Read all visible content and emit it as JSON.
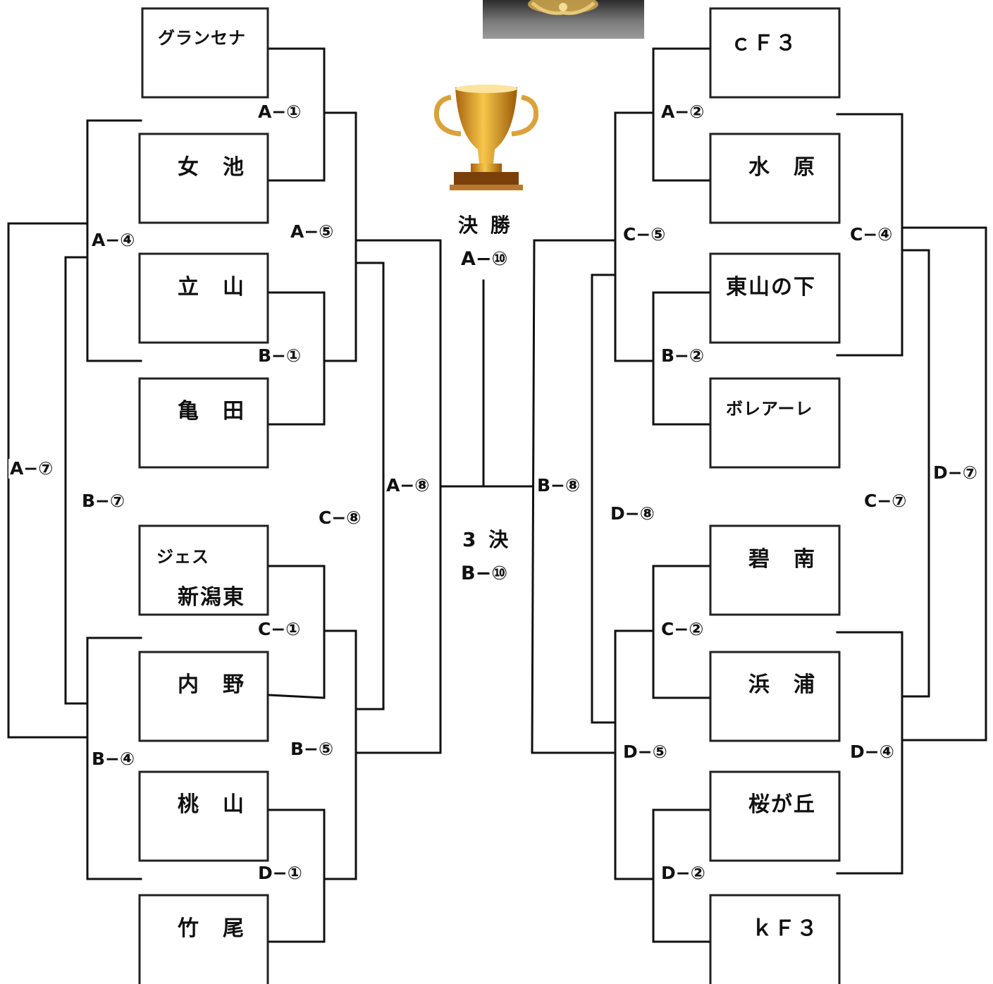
{
  "colors": {
    "line": "#111111",
    "gold": "#d4a02a",
    "background": "#ffffff"
  },
  "icons": {
    "trophy": "trophy-icon",
    "decoration": "gold-crown-ornament-icon"
  },
  "center": {
    "final_title": "決 勝",
    "final_match": "A−⑩",
    "third_title": "3 決",
    "third_match": "B−⑩"
  },
  "left": {
    "teams": [
      "グランセナ",
      "女　池",
      "立　山",
      "亀　田",
      "ジェス",
      "新潟東",
      "内　野",
      "桃　山",
      "竹　尾"
    ],
    "matches": {
      "a1": "A−①",
      "b1": "B−①",
      "c1": "C−①",
      "d1": "D−①",
      "a4": "A−④",
      "b4": "B−④",
      "a5": "A−⑤",
      "b5": "B−⑤",
      "a7": "A−⑦",
      "b7": "B−⑦",
      "c8": "C−⑧",
      "a8": "A−⑧"
    }
  },
  "right": {
    "teams": [
      "ｃＦ３",
      "水　原",
      "東山の下",
      "ボレアーレ",
      "碧　南",
      "浜　浦",
      "桜が丘",
      "ｋＦ３"
    ],
    "matches": {
      "a2": "A−②",
      "b2": "B−②",
      "c2": "C−②",
      "d2": "D−②",
      "c4": "C−④",
      "d4": "D−④",
      "c5": "C−⑤",
      "d5": "D−⑤",
      "c7": "C−⑦",
      "d7": "D−⑦",
      "d8": "D−⑧",
      "b8": "B−⑧"
    }
  }
}
